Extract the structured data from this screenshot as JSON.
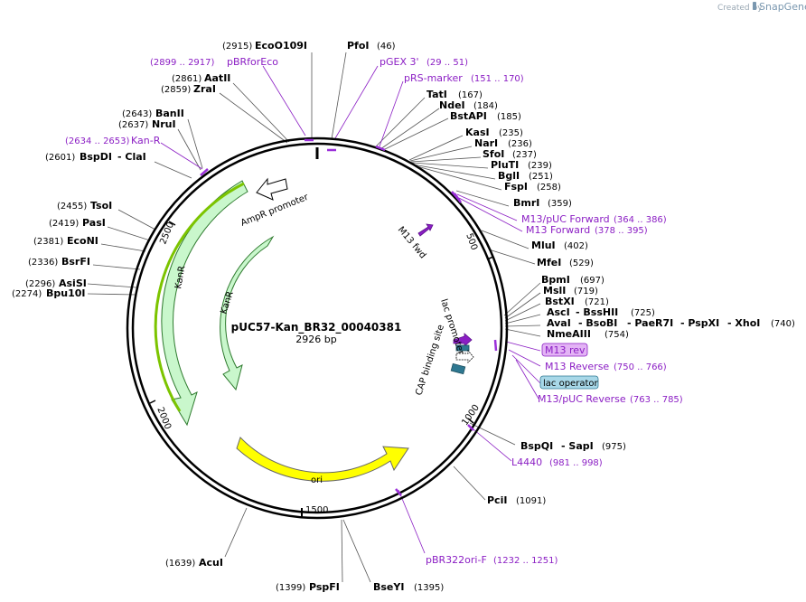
{
  "branding": {
    "created_by": "Created by",
    "app_name": "SnapGene"
  },
  "plasmid": {
    "name": "pUC57-Kan_BR32_00040381",
    "length": "2926 bp"
  },
  "ruler": [
    "500",
    "1000",
    "1500",
    "2000",
    "2500"
  ],
  "features": [
    {
      "label": "AmpR promoter",
      "type": "promoter",
      "color": "#ffffff"
    },
    {
      "label": "KanR",
      "type": "cds",
      "color": "#c9f7cc"
    },
    {
      "label": "KanR",
      "type": "cds",
      "color": "#c9f7cc"
    },
    {
      "label": "ori",
      "type": "rep_origin",
      "color": "#ffff00"
    },
    {
      "label": "M13 fwd",
      "type": "primer_bind",
      "color": "#8b1ec4"
    },
    {
      "label": "lac promoter",
      "type": "promoter",
      "color": "#ffffff"
    },
    {
      "label": "CAP binding site",
      "type": "protein_bind",
      "color": "#2e7891"
    }
  ],
  "enzymes": [
    {
      "name": "EcoO109I",
      "pos": "(2915)"
    },
    {
      "name": "PfoI",
      "pos": "(46)"
    },
    {
      "name": "AatII",
      "pos": "(2861)"
    },
    {
      "name": "ZraI",
      "pos": "(2859)"
    },
    {
      "name": "TatI",
      "pos": "(167)"
    },
    {
      "name": "NdeI",
      "pos": "(184)"
    },
    {
      "name": "BstAPI",
      "pos": "(185)"
    },
    {
      "name": "BanII",
      "pos": "(2643)"
    },
    {
      "name": "NruI",
      "pos": "(2637)"
    },
    {
      "name": "KasI",
      "pos": "(235)"
    },
    {
      "name": "NarI",
      "pos": "(236)"
    },
    {
      "name": "SfoI",
      "pos": "(237)"
    },
    {
      "name": "PluTI",
      "pos": "(239)"
    },
    {
      "name": "BglI",
      "pos": "(251)"
    },
    {
      "name": "FspI",
      "pos": "(258)"
    },
    {
      "name": "BspDI",
      "pos": "(2601)"
    },
    {
      "name": "- ClaI",
      "pos": ""
    },
    {
      "name": "BmrI",
      "pos": "(359)"
    },
    {
      "name": "TsoI",
      "pos": "(2455)"
    },
    {
      "name": "PasI",
      "pos": "(2419)"
    },
    {
      "name": "EcoNI",
      "pos": "(2381)"
    },
    {
      "name": "MluI",
      "pos": "(402)"
    },
    {
      "name": "MfeI",
      "pos": "(529)"
    },
    {
      "name": "BsrFI",
      "pos": "(2336)"
    },
    {
      "name": "AsiSI",
      "pos": "(2296)"
    },
    {
      "name": "Bpu10I",
      "pos": "(2274)"
    },
    {
      "name": "BpmI",
      "pos": "(697)"
    },
    {
      "name": "MslI",
      "pos": "(719)"
    },
    {
      "name": "BstXI",
      "pos": "(721)"
    },
    {
      "name": "AscI",
      "pos": ""
    },
    {
      "name": "- BssHII",
      "pos": "(725)"
    },
    {
      "name": "AvaI",
      "pos": ""
    },
    {
      "name": "- BsoBI",
      "pos": ""
    },
    {
      "name": "- PaeR7I",
      "pos": ""
    },
    {
      "name": "- PspXI",
      "pos": ""
    },
    {
      "name": "- XhoI",
      "pos": "(740)"
    },
    {
      "name": "NmeAIII",
      "pos": "(754)"
    },
    {
      "name": "BspQI",
      "pos": ""
    },
    {
      "name": "- SapI",
      "pos": "(975)"
    },
    {
      "name": "PciI",
      "pos": "(1091)"
    },
    {
      "name": "AcuI",
      "pos": "(1639)"
    },
    {
      "name": "PspFI",
      "pos": "(1399)"
    },
    {
      "name": "BseYI",
      "pos": "(1395)"
    }
  ],
  "primers": [
    {
      "name": "pBRforEco",
      "range": "(2899 .. 2917)"
    },
    {
      "name": "pGEX 3'",
      "range": "(29 .. 51)"
    },
    {
      "name": "pRS-marker",
      "range": "(151 .. 170)"
    },
    {
      "name": "Kan-R",
      "range": "(2634 .. 2653)"
    },
    {
      "name": "M13/pUC Forward",
      "range": "(364 .. 386)"
    },
    {
      "name": "M13 Forward",
      "range": "(378 .. 395)"
    },
    {
      "name": "M13 rev",
      "range": ""
    },
    {
      "name": "M13 Reverse",
      "range": "(750 .. 766)"
    },
    {
      "name": "lac operator",
      "range": ""
    },
    {
      "name": "M13/pUC Reverse",
      "range": "(763 .. 785)"
    },
    {
      "name": "L4440",
      "range": "(981 .. 998)"
    },
    {
      "name": "pBR322ori-F",
      "range": "(1232 .. 1251)"
    }
  ]
}
